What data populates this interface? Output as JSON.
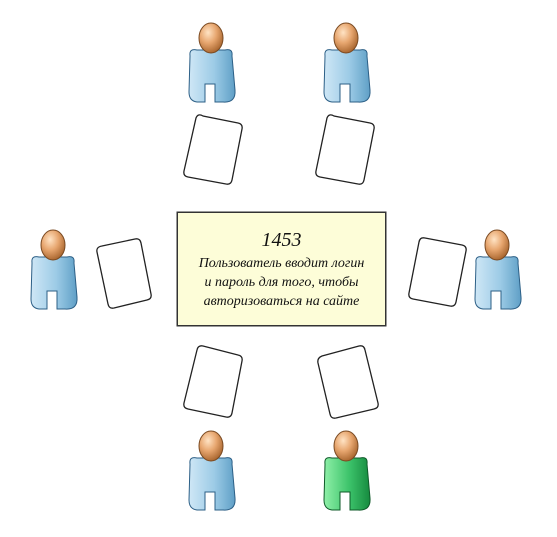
{
  "card": {
    "id": "1453",
    "lines": [
      "Пользователь вводит логин",
      "и пароль для того, чтобы",
      "авторизоваться на сайте"
    ]
  },
  "colors": {
    "card_fill": "#fdfdd8",
    "person_default": "#9ccbe6",
    "person_highlight": "#3cc36a",
    "head": "#e7a66f"
  },
  "participants": [
    {
      "name": "person-top-left",
      "highlight": false
    },
    {
      "name": "person-top-right",
      "highlight": false
    },
    {
      "name": "person-left",
      "highlight": false
    },
    {
      "name": "person-right",
      "highlight": false
    },
    {
      "name": "person-bottom-left",
      "highlight": false
    },
    {
      "name": "person-bottom-right",
      "highlight": true
    }
  ]
}
